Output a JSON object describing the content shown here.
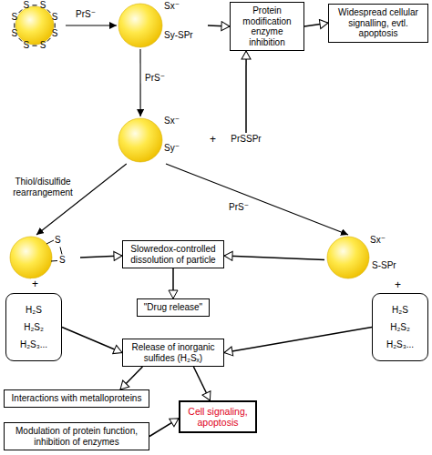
{
  "diagram": {
    "nodes": [
      {
        "text": [
          "S",
          "S",
          "S",
          "S",
          "S",
          "S",
          "S",
          "S"
        ]
      },
      {
        "text": [
          "Sx⁻",
          "Sy-SPr"
        ]
      },
      {
        "text": [
          "Protein modification enzyme inhibition"
        ]
      },
      {
        "text": [
          "Widespread cellular signalling, evtl. apoptosis"
        ]
      },
      {
        "text": [
          "Sx⁻",
          "Sy⁻"
        ]
      },
      {
        "text": [
          "PrSSPr"
        ]
      },
      {
        "text": [
          "S",
          "S"
        ]
      },
      {
        "text": [
          "H₂S",
          "H₂S₂",
          "H₂S₃..."
        ]
      },
      {
        "text": [
          "Slowredox-controlled dissolution of particle"
        ]
      },
      {
        "text": [
          "\"Drug release\""
        ]
      },
      {
        "text": [
          "Sx⁻",
          "S-SPr"
        ]
      },
      {
        "text": [
          "H₂S",
          "H₂S₂",
          "H₂S₃..."
        ]
      },
      {
        "text": [
          "Release of inorganic sulfides (H₂Sₓ)"
        ]
      },
      {
        "text": [
          "Interactions with metalloproteins"
        ]
      },
      {
        "text": [
          "Cell signaling, apoptosis"
        ]
      },
      {
        "text": [
          "Modulation of protein function, inhibition of enzymes"
        ]
      }
    ],
    "edges": [
      {
        "from": 0,
        "to": 1,
        "arrow": "to",
        "label": "PrS⁻"
      },
      {
        "from": 1,
        "to": 2,
        "arrow": "to"
      },
      {
        "from": 2,
        "to": 3,
        "arrow": "to"
      },
      {
        "from": 1,
        "to": 4,
        "arrow": "to",
        "label": "PrS⁻"
      },
      {
        "from": 5,
        "to": 2,
        "arrow": "to"
      },
      {
        "from": 4,
        "to": 6,
        "arrow": "to",
        "label": "Thiol/disulfide rearrangement"
      },
      {
        "from": 4,
        "to": 10,
        "arrow": "to",
        "label": "PrS⁻"
      },
      {
        "from": 6,
        "to": 8,
        "arrow": "to"
      },
      {
        "from": 10,
        "to": 8,
        "arrow": "to"
      },
      {
        "from": 8,
        "to": 9,
        "arrow": "to"
      },
      {
        "from": 7,
        "to": 12,
        "arrow": "to"
      },
      {
        "from": 11,
        "to": 12,
        "arrow": "to"
      },
      {
        "from": 12,
        "to": 13,
        "arrow": "to"
      },
      {
        "from": 12,
        "to": 14,
        "arrow": "to"
      },
      {
        "from": 15,
        "to": 14,
        "arrow": "to"
      }
    ],
    "labels": [
      "+",
      "+",
      "+"
    ]
  }
}
